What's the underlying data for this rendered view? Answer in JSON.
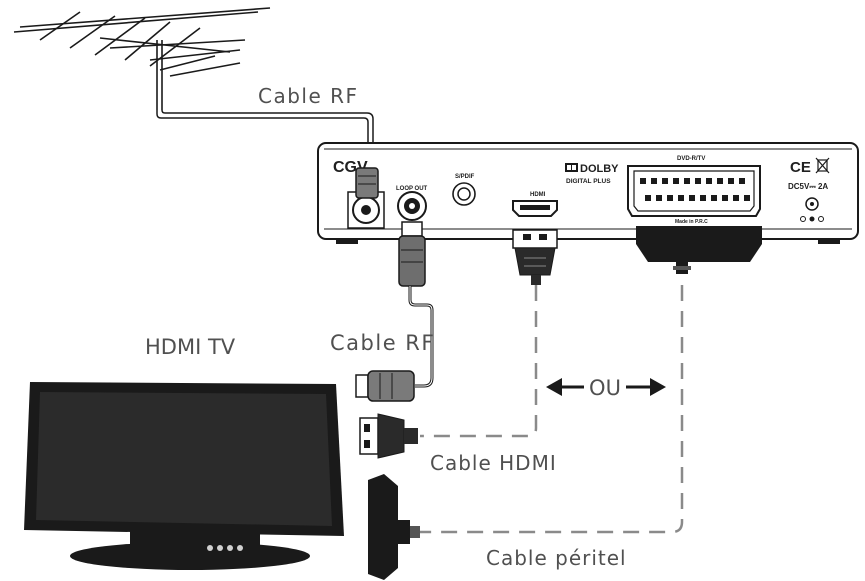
{
  "labels": {
    "cable_rf_top": "Cable RF",
    "cable_rf_bottom": "Cable RF",
    "hdmi_tv": "HDMI TV",
    "ou": "OU",
    "cable_hdmi": "Cable HDMI",
    "cable_peritel": "Cable péritel"
  },
  "device": {
    "brand": "CGV",
    "loop_out": "LOOP OUT",
    "spdif": "S/PDIF",
    "hdmi": "HDMI",
    "dolby_line1": "DOLBY",
    "dolby_line2": "DIGITAL PLUS",
    "scart_label": "DVD-R/TV",
    "made_in": "Made in P.R.C",
    "power": "DC5V⎓ 2A",
    "ce": "CE"
  },
  "colors": {
    "line": "#1a1a1a",
    "dash": "#8a8a8a",
    "label": "#505050"
  }
}
